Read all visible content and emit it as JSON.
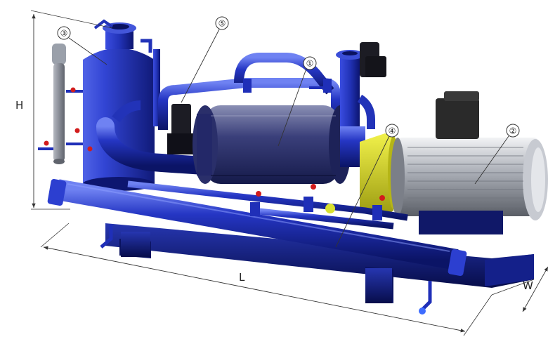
{
  "dimensions": {
    "height_label": "H",
    "length_label": "L",
    "width_label": "W"
  },
  "callouts": [
    {
      "number": "①",
      "part": "pump"
    },
    {
      "number": "②",
      "part": "motor"
    },
    {
      "number": "③",
      "part": "separator"
    },
    {
      "number": "④",
      "part": "coupling"
    },
    {
      "number": "⑤",
      "part": "piping"
    }
  ],
  "colors": {
    "machine_blue": "#1f2fb8",
    "machine_dark": "#0a1260",
    "machine_light": "#5b6ee8",
    "motor_silver": "#c9ccd2",
    "coupling_yellow": "#d9d820",
    "terminal_box": "#2a2a2a",
    "valve_red": "#d21c1c",
    "line_color": "#333333"
  }
}
